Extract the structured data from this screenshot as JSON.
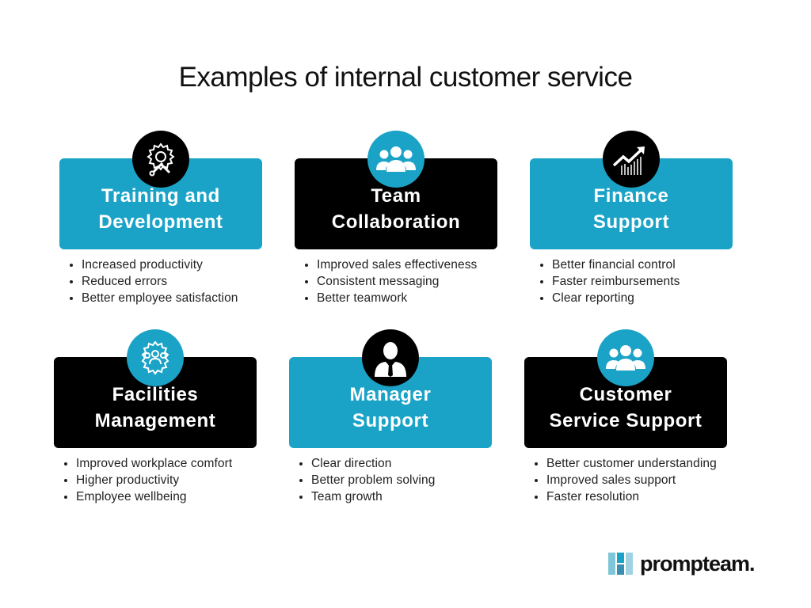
{
  "title": "Examples of internal customer service",
  "cards": [
    {
      "line1": "Training and",
      "line2": "Development",
      "icon": "gear-tools-icon",
      "bullets": [
        "Increased productivity",
        "Reduced errors",
        "Better employee satisfaction"
      ]
    },
    {
      "line1": "Team",
      "line2": "Collaboration",
      "icon": "people-group-icon",
      "bullets": [
        "Improved sales effectiveness",
        "Consistent messaging",
        "Better teamwork"
      ]
    },
    {
      "line1": "Finance",
      "line2": "Support",
      "icon": "growth-chart-icon",
      "bullets": [
        "Better financial control",
        "Faster reimbursements",
        "Clear reporting"
      ]
    },
    {
      "line1": "Facilities",
      "line2": "Management",
      "icon": "people-gear-icon",
      "bullets": [
        "Improved workplace comfort",
        "Higher productivity",
        "Employee wellbeing"
      ]
    },
    {
      "line1": "Manager",
      "line2": "Support",
      "icon": "manager-person-icon",
      "bullets": [
        "Clear direction",
        "Better problem solving",
        "Team growth"
      ]
    },
    {
      "line1": "Customer",
      "line2": "Service Support",
      "icon": "people-group-icon",
      "bullets": [
        "Better customer understanding",
        "Improved sales support",
        "Faster resolution"
      ]
    }
  ],
  "logo": {
    "text": "prompteam."
  },
  "colors": {
    "accent": "#1ba3c7",
    "dark": "#000000"
  }
}
